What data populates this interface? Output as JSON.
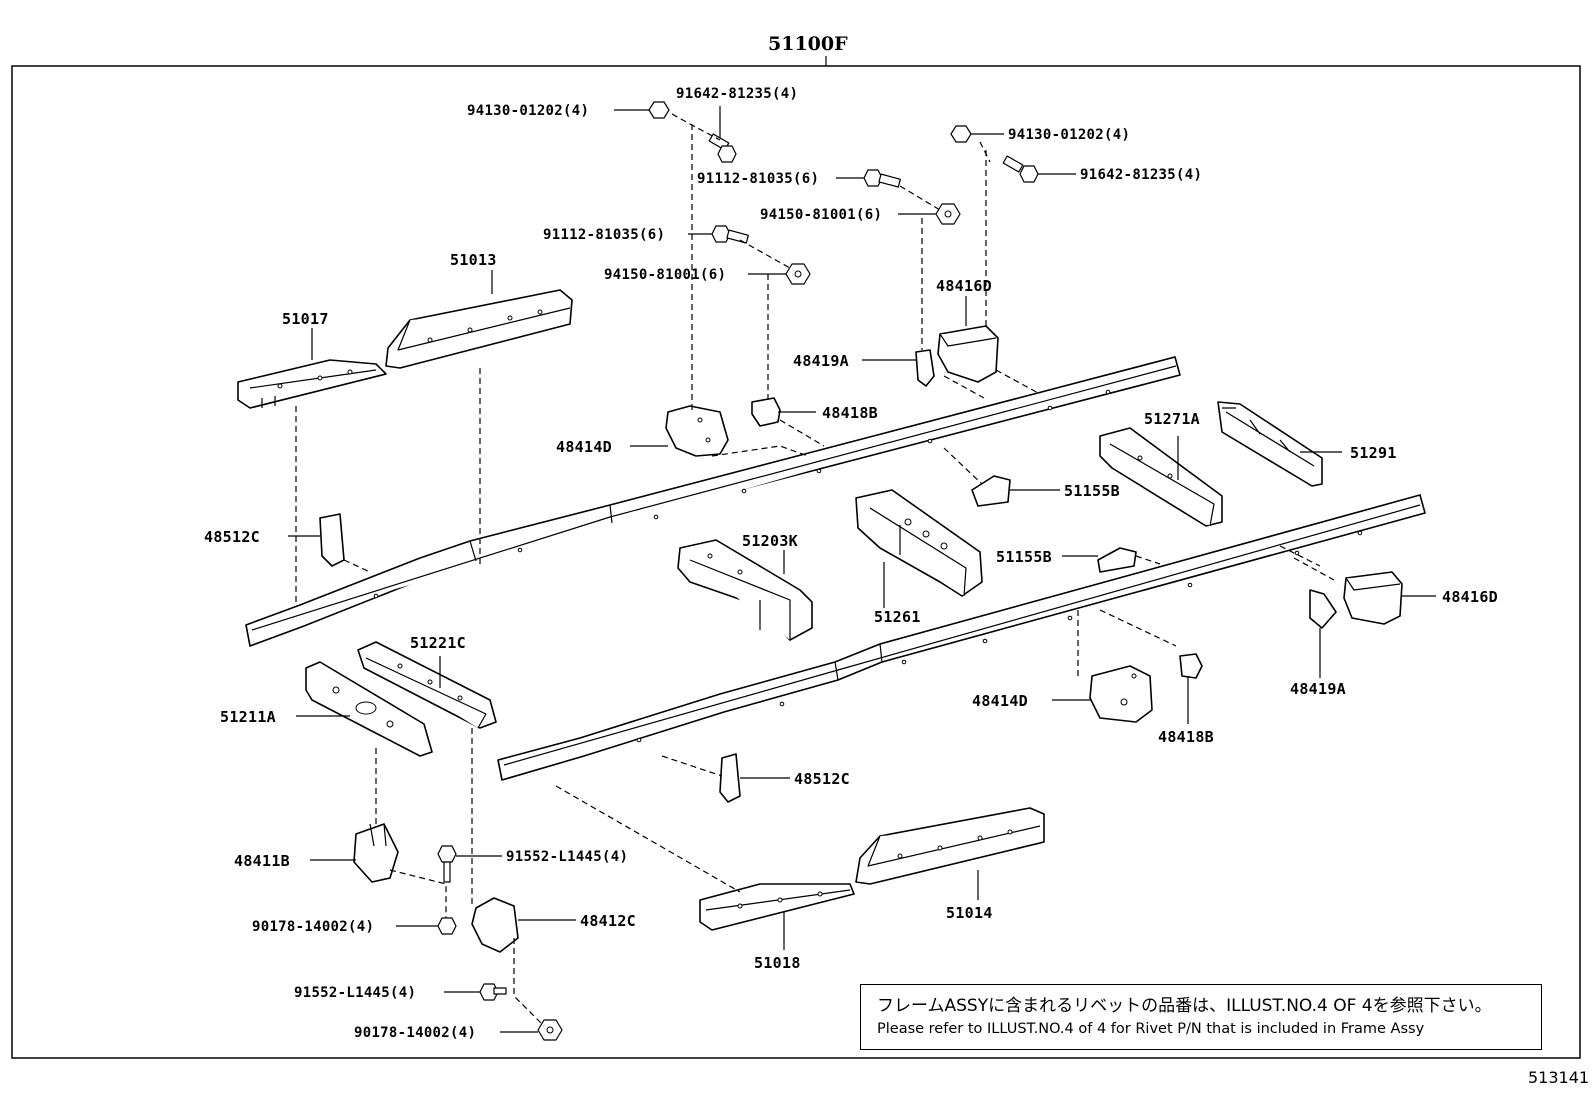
{
  "assembly_label": "51100F",
  "illustration_id": "513141",
  "note": {
    "japanese": "フレームASSYに含まれるリベットの品番は、ILLUST.NO.4 OF 4を参照下さい。",
    "english": "Please refer to ILLUST.NO.4 of 4 for Rivet P/N that is included in Frame Assy"
  },
  "callouts": {
    "c1": "94130-01202(4)",
    "c2": "91642-81235(4)",
    "c3": "91112-81035(6)",
    "c4": "94150-81001(6)",
    "c5": "91112-81035(6)",
    "c6": "94150-81001(6)",
    "c7": "94130-01202(4)",
    "c8": "91642-81235(4)",
    "c9": "51013",
    "c10": "51017",
    "c11": "48416D",
    "c12": "48419A",
    "c13": "48418B",
    "c14": "48414D",
    "c15": "51271A",
    "c16": "51291",
    "c17": "51155B",
    "c18": "48512C",
    "c19": "51203K",
    "c20": "51155B",
    "c21": "48416D",
    "c22": "51261",
    "c23": "51221C",
    "c24": "51211A",
    "c25": "48419A",
    "c26": "48414D",
    "c27": "48418B",
    "c28": "48512C",
    "c29": "48411B",
    "c30": "91552-L1445(4)",
    "c31": "90178-14002(4)",
    "c32": "48412C",
    "c33": "51014",
    "c34": "51018",
    "c35": "91552-L1445(4)",
    "c36": "90178-14002(4)"
  }
}
